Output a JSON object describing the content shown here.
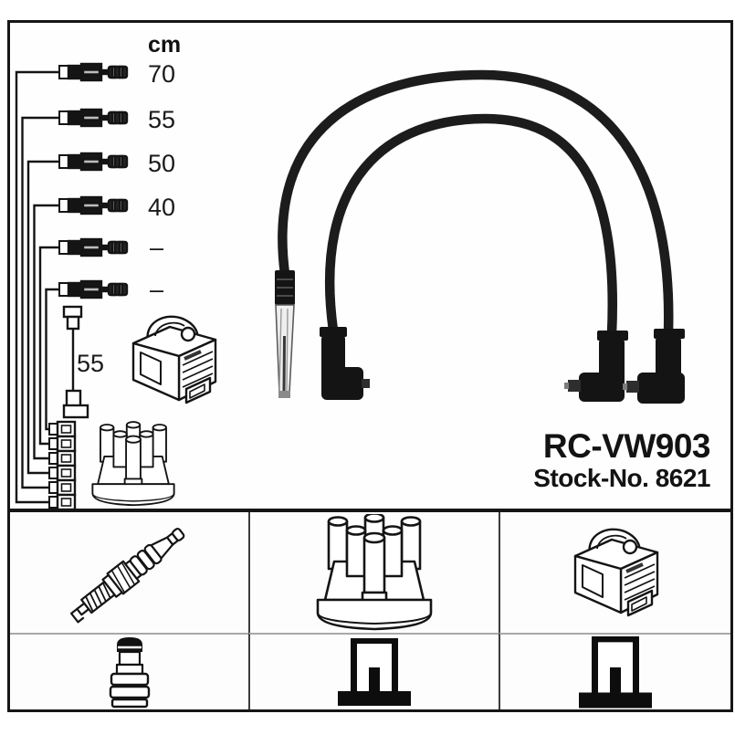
{
  "measure_panel": {
    "unit": "cm",
    "cable_lengths": [
      "70",
      "55",
      "50",
      "40",
      "–",
      "–"
    ],
    "coil_wire_length": "55"
  },
  "product": {
    "part_number": "RC-VW903",
    "stock_no": "Stock-No. 8621"
  },
  "legend": {
    "row1_icons": [
      "spark-plug-icon",
      "distributor-cap-icon",
      "ignition-coil-icon"
    ],
    "row2_icons": [
      "plug-terminal-icon",
      "din-terminal-icon",
      "din-terminal-icon"
    ]
  },
  "colors": {
    "ink": "#161616",
    "wire": "#1c1c1c",
    "column_separator": "#3c3c3c",
    "row_separator": "#a8a8a8",
    "background": "#ffffff"
  }
}
